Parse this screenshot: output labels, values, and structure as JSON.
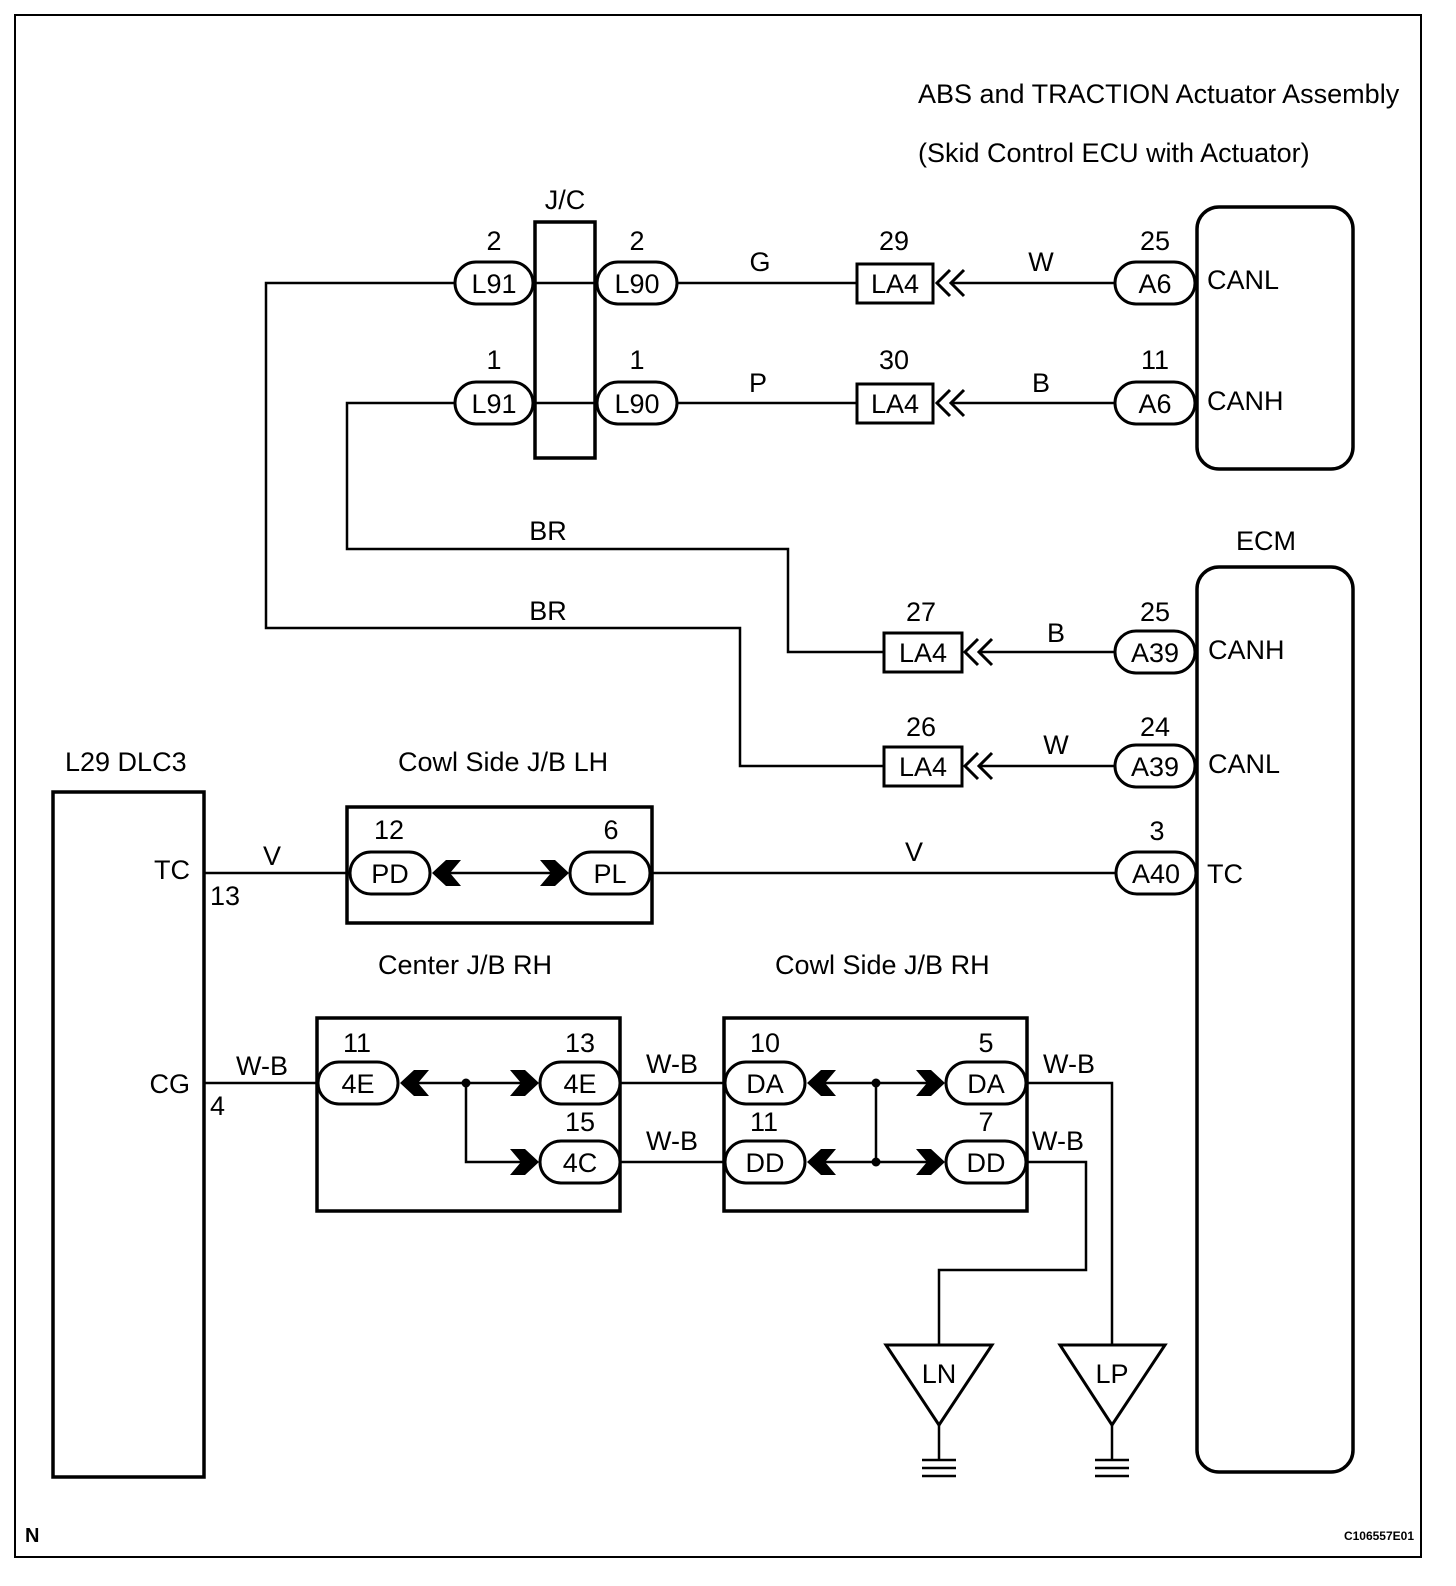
{
  "diagram": {
    "abs_actuator": {
      "title": "ABS and TRACTION Actuator Assembly",
      "subtitle": "(Skid Control ECU with Actuator)",
      "pin_canl": "CANL",
      "pin_canh": "CANH"
    },
    "jc": {
      "label": "J/C"
    },
    "ecm": {
      "label": "ECM",
      "pin_canh": "CANH",
      "pin_canl": "CANL",
      "pin_tc": "TC"
    },
    "dlc3": {
      "label": "L29 DLC3",
      "pin_tc": "TC",
      "pin_tc_num": "13",
      "pin_cg": "CG",
      "pin_cg_num": "4"
    },
    "cowl_jb_lh": {
      "label": "Cowl Side J/B LH"
    },
    "center_jb_rh": {
      "label": "Center J/B RH"
    },
    "cowl_jb_rh": {
      "label": "Cowl Side J/B RH"
    }
  },
  "connectors": {
    "l91_a": {
      "code": "L91",
      "pin": "2"
    },
    "l90_a": {
      "code": "L90",
      "pin": "2"
    },
    "la4_29": {
      "code": "LA4",
      "pin": "29"
    },
    "a6_25": {
      "code": "A6",
      "pin": "25"
    },
    "l91_b": {
      "code": "L91",
      "pin": "1"
    },
    "l90_b": {
      "code": "L90",
      "pin": "1"
    },
    "la4_30": {
      "code": "LA4",
      "pin": "30"
    },
    "a6_11": {
      "code": "A6",
      "pin": "11"
    },
    "la4_27": {
      "code": "LA4",
      "pin": "27"
    },
    "a39_25": {
      "code": "A39",
      "pin": "25"
    },
    "la4_26": {
      "code": "LA4",
      "pin": "26"
    },
    "a39_24": {
      "code": "A39",
      "pin": "24"
    },
    "a40_3": {
      "code": "A40",
      "pin": "3"
    },
    "pd_12": {
      "code": "PD",
      "pin": "12"
    },
    "pl_6": {
      "code": "PL",
      "pin": "6"
    },
    "c4e_11": {
      "code": "4E",
      "pin": "11"
    },
    "c4e_13": {
      "code": "4E",
      "pin": "13"
    },
    "c4c_15": {
      "code": "4C",
      "pin": "15"
    },
    "da_10": {
      "code": "DA",
      "pin": "10"
    },
    "da_5": {
      "code": "DA",
      "pin": "5"
    },
    "dd_11": {
      "code": "DD",
      "pin": "11"
    },
    "dd_7": {
      "code": "DD",
      "pin": "7"
    }
  },
  "wire_colors": {
    "l90a_la4": "G",
    "la4_a6a": "W",
    "l90b_la4": "P",
    "la4_a6b": "B",
    "br_upper": "BR",
    "br_lower": "BR",
    "la4_a39a": "B",
    "la4_a39b": "W",
    "dlc_pd": "V",
    "pl_a40": "V",
    "dlc_4e": "W-B",
    "c4e_da": "W-B",
    "c4c_dd": "W-B",
    "da_lp": "W-B",
    "dd_ln": "W-B"
  },
  "grounds": {
    "ln": "LN",
    "lp": "LP"
  },
  "footer": {
    "orientation_mark": "N",
    "figure_code": "C106557E01"
  },
  "colors": {
    "ink": "#000000",
    "paper": "#ffffff"
  }
}
